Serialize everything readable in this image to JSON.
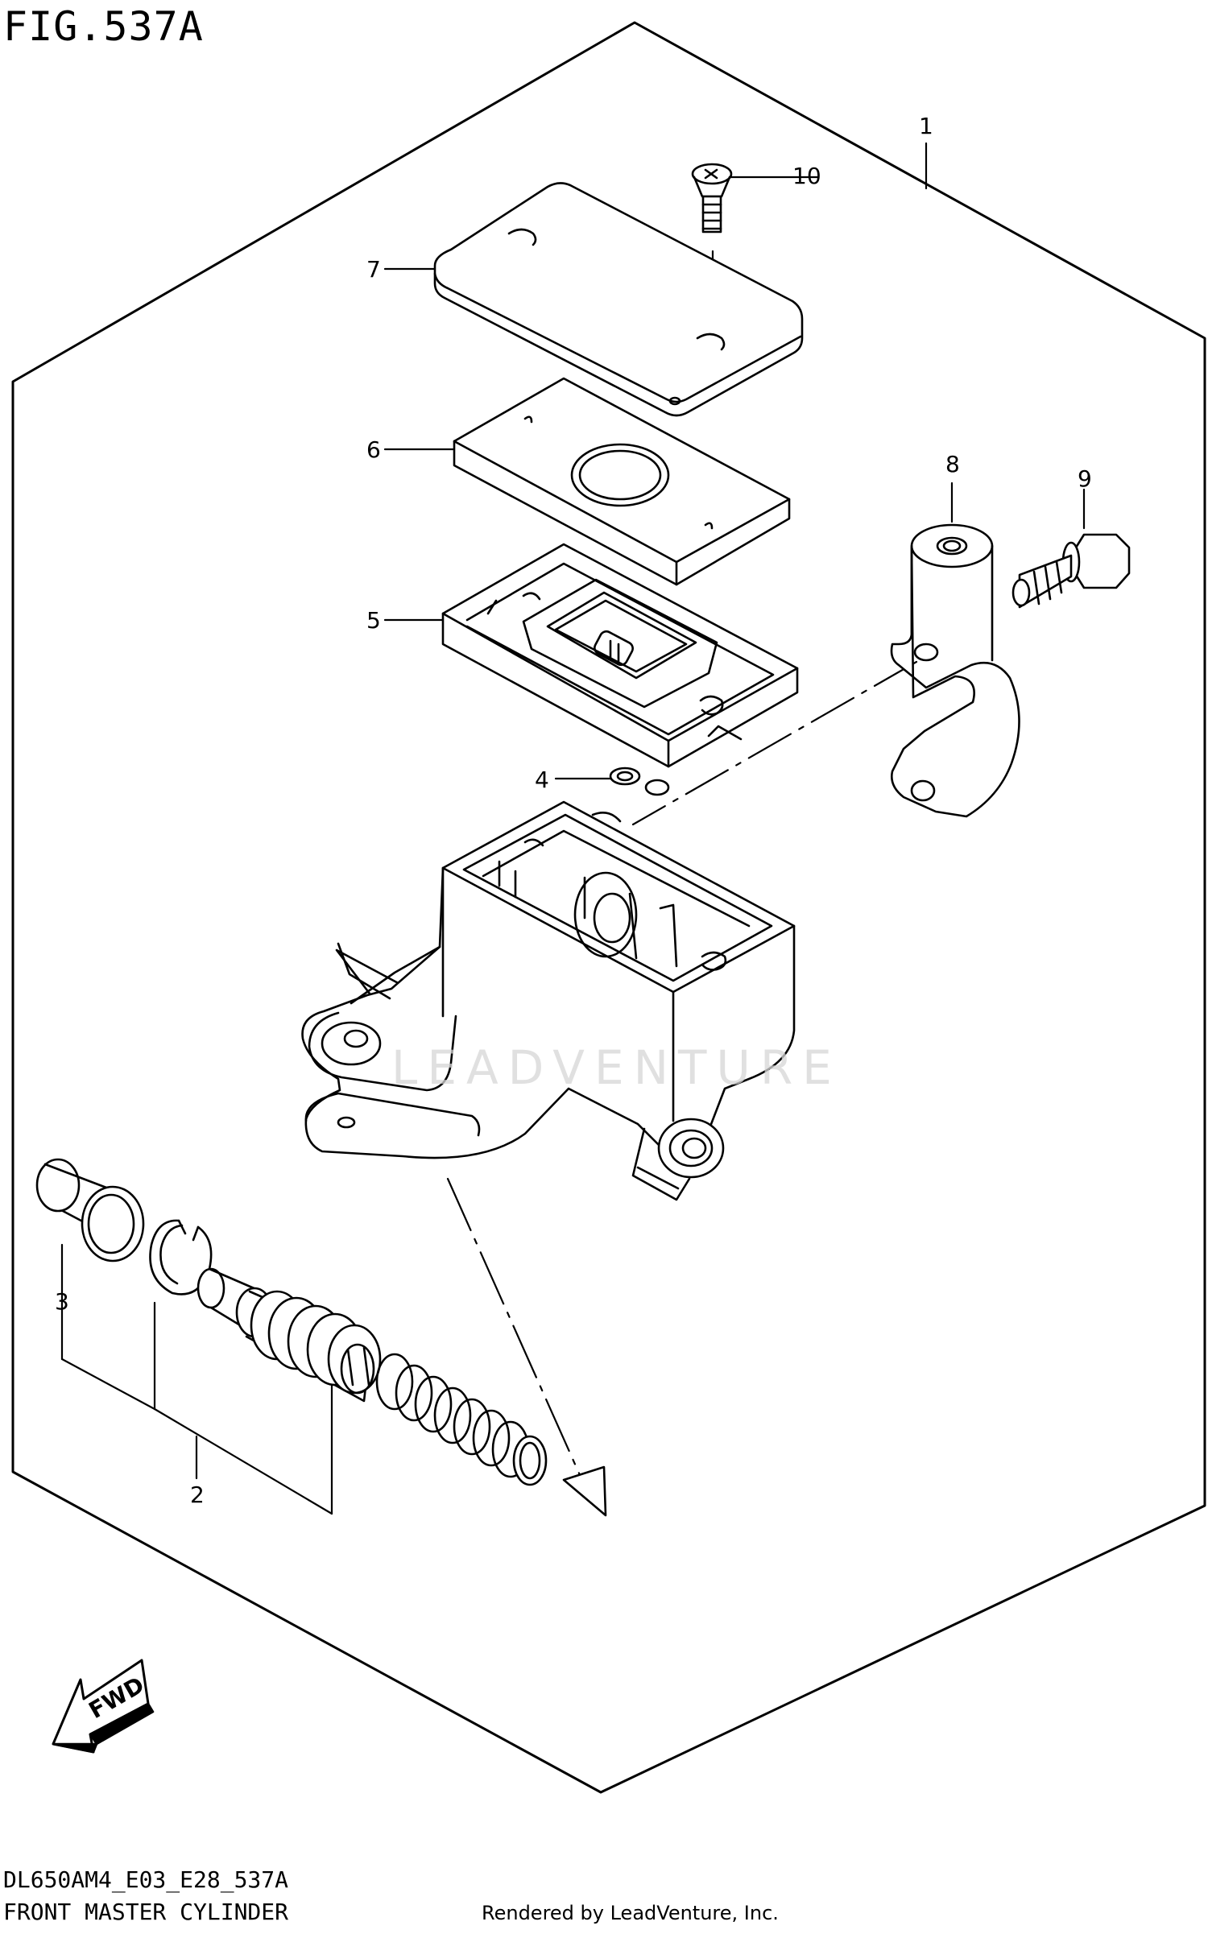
{
  "figure_title": "FIG.537A",
  "model_code": "DL650AM4_E03_E28_537A",
  "diagram_name": "FRONT MASTER CYLINDER",
  "credit": "Rendered by LeadVenture, Inc.",
  "watermark": "LEADVENTURE",
  "direction_arrow": {
    "label": "FWD",
    "icon": "fwd-arrow-icon"
  },
  "callouts": [
    {
      "number": "1",
      "part": "master-cylinder-assembly"
    },
    {
      "number": "2",
      "part": "piston-cup-set"
    },
    {
      "number": "3",
      "part": "boot"
    },
    {
      "number": "4",
      "part": "diaphragm-plate-ring"
    },
    {
      "number": "5",
      "part": "diaphragm-plate"
    },
    {
      "number": "6",
      "part": "diaphragm"
    },
    {
      "number": "7",
      "part": "reservoir-cap"
    },
    {
      "number": "8",
      "part": "holder"
    },
    {
      "number": "9",
      "part": "bolt"
    },
    {
      "number": "10",
      "part": "screw"
    }
  ]
}
